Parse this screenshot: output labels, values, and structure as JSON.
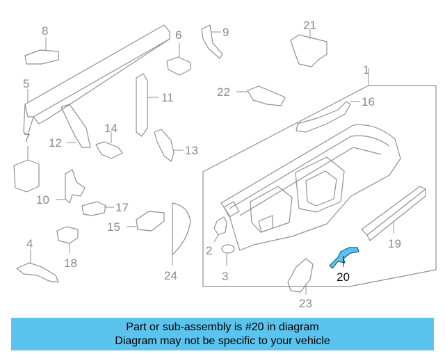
{
  "highlight_color": "#5ac4ee",
  "callouts": {
    "c1": "1",
    "c2": "2",
    "c3": "3",
    "c4": "4",
    "c5": "5",
    "c6": "6",
    "c7": "7",
    "c8": "8",
    "c9": "9",
    "c10": "10",
    "c11": "11",
    "c12": "12",
    "c13": "13",
    "c14": "14",
    "c15": "15",
    "c16": "16",
    "c17": "17",
    "c18": "18",
    "c19": "19",
    "c20": "20",
    "c21": "21",
    "c22": "22",
    "c23": "23",
    "c24": "24"
  },
  "banner": {
    "line1": "Part or sub-assembly is #20 in diagram",
    "line2": "Diagram may not be specific to your vehicle"
  }
}
